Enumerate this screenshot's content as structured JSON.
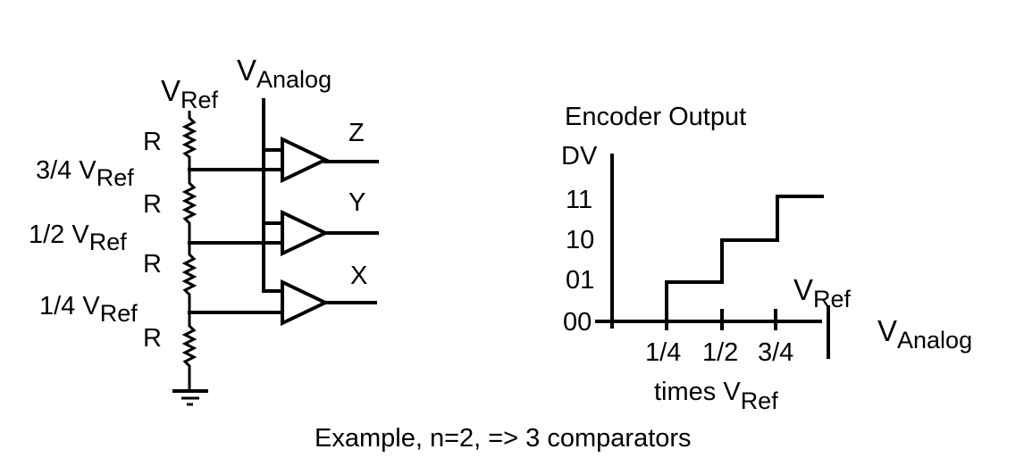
{
  "circuit": {
    "vref_label": {
      "main": "V",
      "sub": "Ref"
    },
    "vanalog_label": {
      "main": "V",
      "sub": "Analog"
    },
    "resistor_label": "R",
    "taps": [
      {
        "prefix": "3/4 V",
        "sub": "Ref"
      },
      {
        "prefix": "1/2 V",
        "sub": "Ref"
      },
      {
        "prefix": "1/4 V",
        "sub": "Ref"
      }
    ],
    "outputs": [
      "Z",
      "Y",
      "X"
    ]
  },
  "graph": {
    "title": "Encoder Output",
    "y_axis_label": "DV",
    "y_ticks": [
      "11",
      "10",
      "01",
      "00"
    ],
    "x_ticks": [
      "1/4",
      "1/2",
      "3/4"
    ],
    "x_caption": {
      "main": "times V",
      "sub": "Ref"
    },
    "vref_marker": {
      "main": "V",
      "sub": "Ref"
    },
    "x_axis_label": {
      "main": "V",
      "sub": "Analog"
    }
  },
  "caption": "Example, n=2, => 3 comparators"
}
